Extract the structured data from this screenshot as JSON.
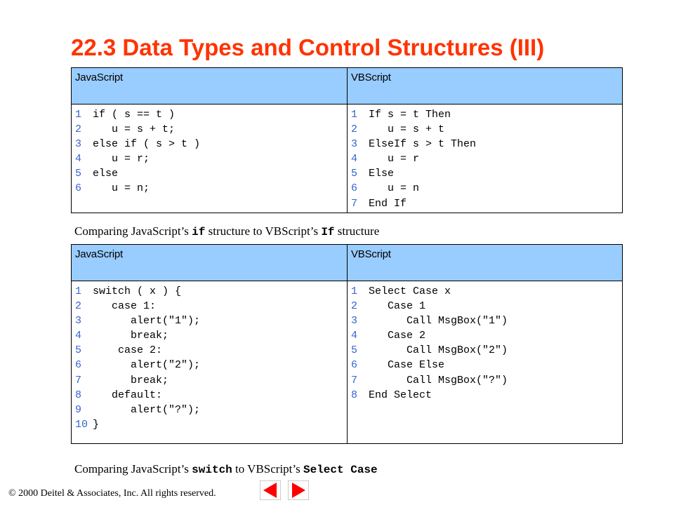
{
  "title": "22.3 Data Types and Control Structures (III)",
  "table1": {
    "left_header": "JavaScript",
    "right_header": "VBScript",
    "left_lines": [
      {
        "n": "1",
        "code": "if ( s == t )"
      },
      {
        "n": "2",
        "code": "   u = s + t;"
      },
      {
        "n": "3",
        "code": "else if ( s > t )"
      },
      {
        "n": "4",
        "code": "   u = r;"
      },
      {
        "n": "5",
        "code": "else"
      },
      {
        "n": "6",
        "code": "   u = n;"
      }
    ],
    "right_lines": [
      {
        "n": "1",
        "code": "If s = t Then"
      },
      {
        "n": "2",
        "code": "   u = s + t"
      },
      {
        "n": "3",
        "code": "ElseIf s > t Then"
      },
      {
        "n": "4",
        "code": "   u = r"
      },
      {
        "n": "5",
        "code": "Else"
      },
      {
        "n": "6",
        "code": "   u = n"
      },
      {
        "n": "7",
        "code": "End If"
      }
    ]
  },
  "caption1": {
    "pre": "Comparing JavaScript’s ",
    "kw1": "if",
    "mid": " structure to VBScript’s ",
    "kw2": "If",
    "post": " structure"
  },
  "table2": {
    "left_header": "JavaScript",
    "right_header": "VBScript",
    "left_lines": [
      {
        "n": "1",
        "code": "switch ( x ) {"
      },
      {
        "n": "2",
        "code": "   case 1:"
      },
      {
        "n": "3",
        "code": "      alert(\"1\");"
      },
      {
        "n": "4",
        "code": "      break;"
      },
      {
        "n": "5",
        "code": "    case 2:"
      },
      {
        "n": "6",
        "code": "      alert(\"2\");"
      },
      {
        "n": "7",
        "code": "      break;"
      },
      {
        "n": "8",
        "code": "   default:"
      },
      {
        "n": "9",
        "code": "      alert(\"?\");"
      },
      {
        "n": "10",
        "code": "}"
      }
    ],
    "right_lines": [
      {
        "n": "1",
        "code": "Select Case x"
      },
      {
        "n": "2",
        "code": "   Case 1"
      },
      {
        "n": "3",
        "code": "      Call MsgBox(\"1\")"
      },
      {
        "n": "4",
        "code": "   Case 2"
      },
      {
        "n": "5",
        "code": "      Call MsgBox(\"2\")"
      },
      {
        "n": "6",
        "code": "   Case Else"
      },
      {
        "n": "7",
        "code": "      Call MsgBox(\"?\")"
      },
      {
        "n": "8",
        "code": "End Select"
      }
    ]
  },
  "caption2": {
    "pre": "Comparing JavaScript’s ",
    "kw1": "switch",
    "mid": " to VBScript’s ",
    "kw2": "Select Case"
  },
  "footer": "© 2000 Deitel & Associates, Inc.  All rights reserved.",
  "colors": {
    "title": "#ff3300",
    "header_bg": "#99ccff",
    "line_number": "#3366cc",
    "nav_button": "#ff0000"
  },
  "nav": {
    "prev_icon": "triangle-left-icon",
    "next_icon": "triangle-right-icon"
  }
}
